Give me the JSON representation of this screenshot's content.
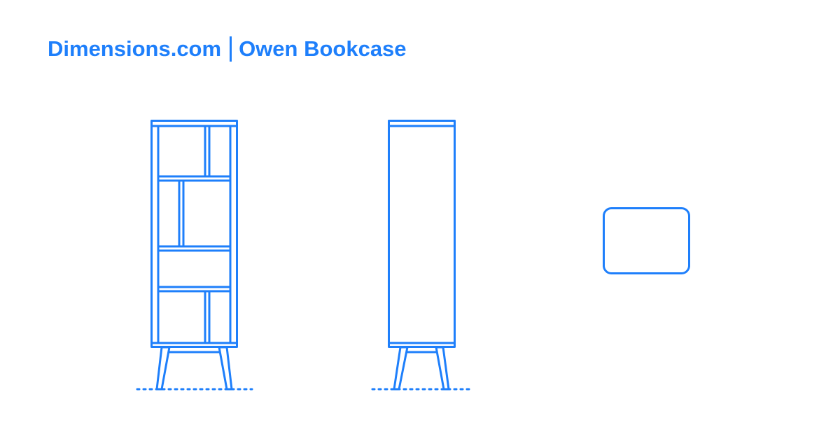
{
  "header": {
    "site": "Dimensions.com",
    "separator": "|",
    "product": "Owen Bookcase"
  },
  "colors": {
    "accent": "#1e7ffb",
    "background": "#ffffff"
  },
  "views": [
    {
      "name": "front-elevation",
      "description": "Front view of bookcase with 4 shelf compartments, staggered vertical dividers, and tapered legs"
    },
    {
      "name": "side-elevation",
      "description": "Side view of bookcase with tapered legs"
    },
    {
      "name": "plan-view",
      "description": "Top view footprint, rounded rectangle"
    }
  ]
}
